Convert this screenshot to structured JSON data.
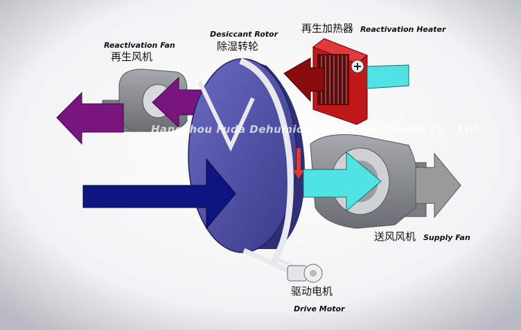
{
  "labels": {
    "reactivation_fan_en": "Reactivation Fan",
    "reactivation_fan_cn": "再生风机",
    "desiccant_rotor_en": "Desiccant Rotor",
    "desiccant_rotor_cn": "除湿转轮",
    "reactivation_heater_cn": "再生加热器",
    "reactivation_heater_en": "Reactivation Heater",
    "supply_fan_cn": "送风风机",
    "supply_fan_en": "Supply Fan",
    "drive_motor_cn": "驱动电机",
    "drive_motor_en": "Drive Motor"
  },
  "watermark": "Hangzhou Fuda Dehumidification Equipment Co., Ltd.",
  "colors": {
    "process_air_in": "#0e1580",
    "process_air_out": "#4fe3e3",
    "reactivation_air_exhaust": "#7a1580",
    "reactivation_air_heated": "#8a0c0c",
    "rotor": "#4a4aa0",
    "heater": "#c01818",
    "fan_housing": "#8a8d92",
    "supply_exhaust": "#9a9a9a"
  },
  "icons": [
    "reactivation-fan-icon",
    "desiccant-rotor-icon",
    "reactivation-heater-icon",
    "supply-fan-icon",
    "drive-motor-icon",
    "rotation-direction-arrow-icon"
  ]
}
